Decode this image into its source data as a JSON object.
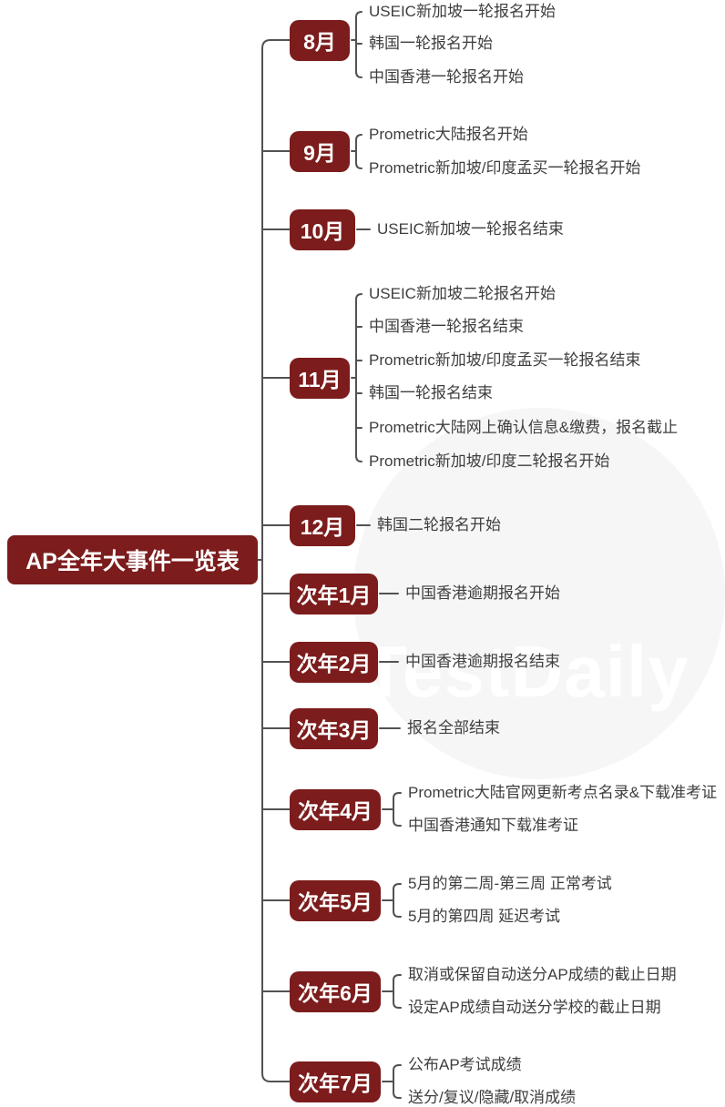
{
  "page": {
    "background": "#ffffff"
  },
  "theme": {
    "node_fill": "#7c1c1c",
    "node_text": "#ffffff",
    "line_color": "#525252",
    "leaf_text": "#3e3e3e"
  },
  "watermark": {
    "text": "TestDaily"
  },
  "root": {
    "label": "AP全年大事件一览表"
  },
  "branches": [
    {
      "label": "8月",
      "events": [
        "USEIC新加坡一轮报名开始",
        "韩国一轮报名开始",
        "中国香港一轮报名开始"
      ]
    },
    {
      "label": "9月",
      "events": [
        "Prometric大陆报名开始",
        "Prometric新加坡/印度孟买一轮报名开始"
      ]
    },
    {
      "label": "10月",
      "events": [
        "USEIC新加坡一轮报名结束"
      ]
    },
    {
      "label": "11月",
      "events": [
        "USEIC新加坡二轮报名开始",
        "中国香港一轮报名结束",
        "Prometric新加坡/印度孟买一轮报名结束",
        "韩国一轮报名结束",
        "Prometric大陆网上确认信息&缴费，报名截止",
        "Prometric新加坡/印度二轮报名开始"
      ]
    },
    {
      "label": "12月",
      "events": [
        "韩国二轮报名开始"
      ]
    },
    {
      "label": "次年1月",
      "events": [
        "中国香港逾期报名开始"
      ]
    },
    {
      "label": "次年2月",
      "events": [
        "中国香港逾期报名结束"
      ]
    },
    {
      "label": "次年3月",
      "events": [
        "报名全部结束"
      ]
    },
    {
      "label": "次年4月",
      "events": [
        "Prometric大陆官网更新考点名录&下载准考证",
        "中国香港通知下载准考证"
      ]
    },
    {
      "label": "次年5月",
      "events": [
        "5月的第二周-第三周 正常考试",
        "5月的第四周 延迟考试"
      ]
    },
    {
      "label": "次年6月",
      "events": [
        "取消或保留自动送分AP成绩的截止日期",
        "设定AP成绩自动送分学校的截止日期"
      ]
    },
    {
      "label": "次年7月",
      "events": [
        "公布AP考试成绩",
        "送分/复议/隐藏/取消成绩"
      ]
    }
  ]
}
